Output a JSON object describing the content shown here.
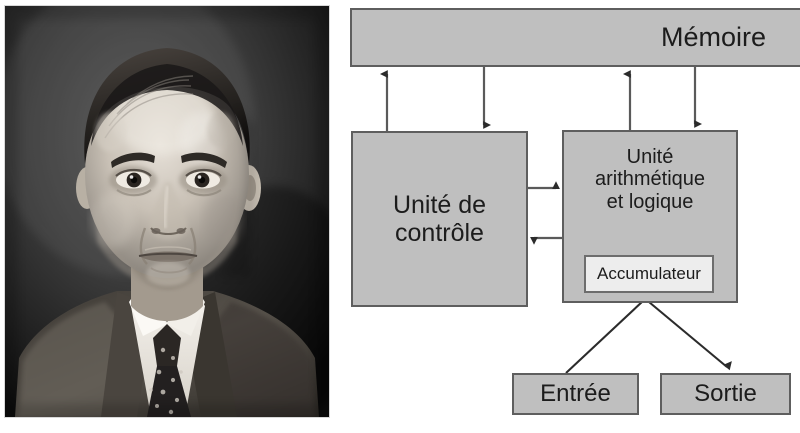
{
  "photo": {
    "subject_alt": "Portrait photograph of a man in a suit and tie, black and white",
    "caption": ""
  },
  "diagram": {
    "title": "",
    "type": "von-neumann-architecture",
    "colors": {
      "box_fill": "#bfbfbf",
      "box_border": "#5e5e5e",
      "accumulator_fill": "#ededed",
      "accumulator_border": "#6d6d6d",
      "arrow": "#2b2b2b",
      "text": "#1c1c1c",
      "background": "#ffffff"
    },
    "boxes": {
      "memoire": {
        "label": "Mémoire"
      },
      "controle": {
        "label_line1": "Unité de",
        "label_line2": "contrôle"
      },
      "alu": {
        "label_line1": "Unité",
        "label_line2": "arithmétique",
        "label_line3": "et logique"
      },
      "accumulateur": {
        "label": "Accumulateur"
      },
      "entree": {
        "label": "Entrée"
      },
      "sortie": {
        "label": "Sortie"
      }
    },
    "connections": [
      {
        "from": "controle",
        "to": "memoire",
        "direction": "up"
      },
      {
        "from": "memoire",
        "to": "controle",
        "direction": "down"
      },
      {
        "from": "alu",
        "to": "memoire",
        "direction": "up"
      },
      {
        "from": "memoire",
        "to": "alu",
        "direction": "down"
      },
      {
        "from": "controle",
        "to": "alu",
        "direction": "right"
      },
      {
        "from": "alu",
        "to": "controle",
        "direction": "left"
      },
      {
        "from": "entree",
        "to": "accumulateur",
        "direction": "diagonal-up-right"
      },
      {
        "from": "accumulateur",
        "to": "sortie",
        "direction": "diagonal-down-right"
      }
    ]
  }
}
